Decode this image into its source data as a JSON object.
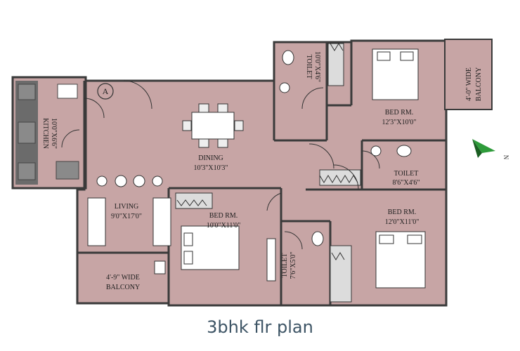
{
  "caption": "3bhk flr plan",
  "door_mark": "A",
  "colors": {
    "floor": "#c7a5a5",
    "wall": "#3a3a3a",
    "kitchen": "#6b6b6b",
    "caption": "#3d5465",
    "compass": "#2e9b3a"
  },
  "rooms": {
    "kitchen": {
      "name": "KITCHEN",
      "size": "10'0\"X6'6\""
    },
    "dining": {
      "name": "DINING",
      "size": "10'3\"X10'3\""
    },
    "living": {
      "name": "LIVING",
      "size": "9'0\"X17'0\""
    },
    "bed1": {
      "name": "BED RM.",
      "size": "12'3\"X10'0\""
    },
    "bed2": {
      "name": "BED RM.",
      "size": "10'0\"X11'0\""
    },
    "bed3": {
      "name": "BED RM.",
      "size": "12'0\"X11'0\""
    },
    "toilet1": {
      "name": "TOILET",
      "size": "10'0\"X4'6\""
    },
    "toilet2": {
      "name": "TOILET",
      "size": "8'6\"X4'6\""
    },
    "toilet3": {
      "name": "TOILET",
      "size": "7'6\"X5'0\""
    },
    "balcony1": {
      "line1": "4'-0\" WIDE",
      "line2": "BALCONY"
    },
    "balcony2": {
      "line1": "4'-9\" WIDE",
      "line2": "BALCONY"
    }
  },
  "compass_letter": "N"
}
